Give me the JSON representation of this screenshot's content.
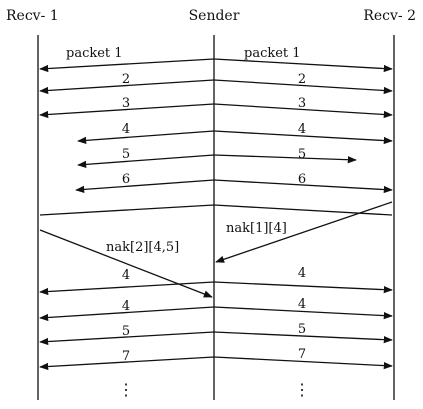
{
  "headers": {
    "left": "Recv- 1",
    "center": "Sender",
    "right": "Recv- 2"
  },
  "packets_left": [
    "packet 1",
    "2",
    "3",
    "4",
    "5",
    "6",
    "4",
    "4",
    "5",
    "7"
  ],
  "packets_right": [
    "packet 1",
    "2",
    "3",
    "4",
    "5",
    "6",
    "4",
    "4",
    "5",
    "7"
  ],
  "naks": {
    "from_recv2": "nak[1][4]",
    "from_recv1": "nak[2][4,5]"
  },
  "continuation": "⋮"
}
